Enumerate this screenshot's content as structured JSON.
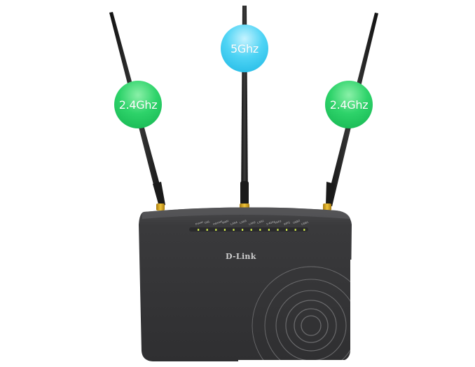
{
  "badges": {
    "left": "2.4Ghz",
    "middle": "5Ghz",
    "right": "2.4Ghz"
  },
  "router": {
    "brand": "D-Link",
    "led_labels": [
      "Power",
      "DSL",
      "Internet",
      "WAN",
      "LAN4",
      "LAN3",
      "LAN2",
      "LAN1",
      "2.4Ghz",
      "5Ghz",
      "WPS",
      "USB2",
      "USB1"
    ],
    "led_color": "#c8e24a",
    "body_color": "#3a3a3c"
  },
  "colors": {
    "badge_green": "#1fc25b",
    "badge_blue": "#29c4ee",
    "antenna": "#1e1e1e",
    "antenna_connector": "#d4a21c"
  }
}
